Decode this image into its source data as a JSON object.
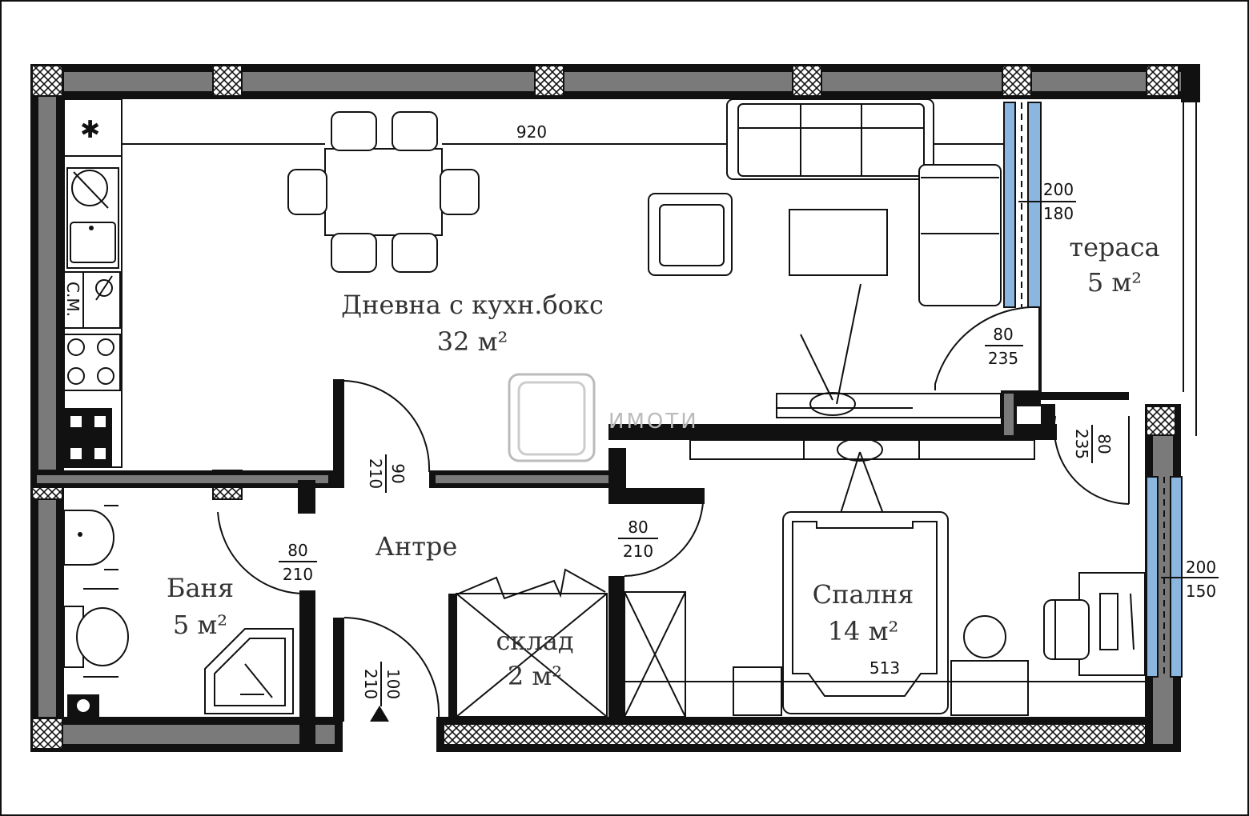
{
  "rooms": {
    "living": {
      "name": "Дневна с кухн.бокс",
      "area": "32 м²"
    },
    "terrace": {
      "name": "тераса",
      "area": "5 м²"
    },
    "entry": {
      "name": "Антре"
    },
    "bath": {
      "name": "Баня",
      "area": "5 м²"
    },
    "storage": {
      "name": "склад",
      "area": "2 м²"
    },
    "bedroom": {
      "name": "Спалня",
      "area": "14 м²"
    }
  },
  "dimensions": {
    "living_width": "920",
    "bedroom_width": "513",
    "window_living": {
      "top": "200",
      "bottom": "180"
    },
    "window_bedroom": {
      "top": "200",
      "bottom": "150"
    },
    "door_terrace": {
      "top": "80",
      "bottom": "235"
    },
    "door_bedroom_terrace": {
      "top": "80",
      "bottom": "235"
    },
    "door_living": {
      "top": "90",
      "bottom": "210"
    },
    "door_bath": {
      "top": "80",
      "bottom": "210"
    },
    "door_bedroom": {
      "top": "80",
      "bottom": "210"
    },
    "door_entrance": {
      "top": "100",
      "bottom": "210"
    }
  },
  "kitchen": {
    "washing_machine": "С.М."
  },
  "watermark": "ИМОТИ",
  "colors": {
    "wall": "#111111",
    "wall_fill": "#7a7a7a",
    "window": "#8ab6e0"
  }
}
